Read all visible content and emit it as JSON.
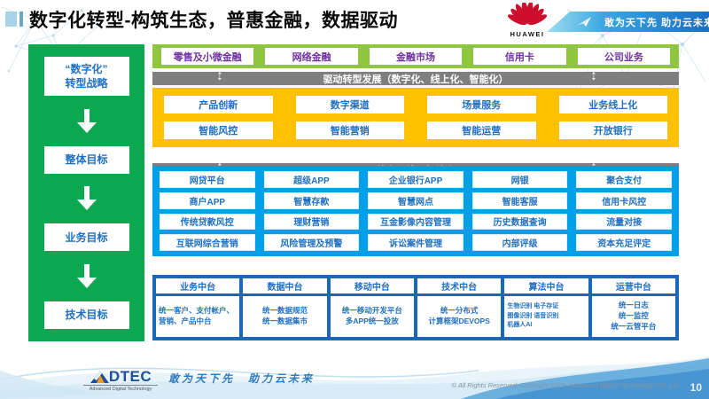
{
  "header": {
    "title": "数字化转型-构筑生态，普惠金融，数据驱动",
    "brand": "HUAWEI",
    "ribbon": "敢为天下先 助力云未来"
  },
  "sidebar": {
    "items": [
      {
        "label": "“数字化”\n转型战略"
      },
      {
        "label": "整体目标"
      },
      {
        "label": "业务目标"
      },
      {
        "label": "技术目标"
      }
    ]
  },
  "business_lines": {
    "items": [
      "零售及小微金融",
      "网络金融",
      "金融市场",
      "信用卡",
      "公司业务"
    ]
  },
  "banners": {
    "drive": "驱动转型发展（数字化、线上化、智能化）",
    "online_offline": "线上与线下相结合",
    "tech_fusion": "业务与科技相融合"
  },
  "capabilities": {
    "rows": [
      [
        "产品创新",
        "数字渠道",
        "场景服务",
        "业务线上化"
      ],
      [
        "智能风控",
        "智能营销",
        "智能运营",
        "开放银行"
      ]
    ]
  },
  "applications": {
    "rows": [
      [
        "网贷平台",
        "超级APP",
        "企业银行APP",
        "网银",
        "聚合支付"
      ],
      [
        "商户APP",
        "智慧存款",
        "智慧网点",
        "智能客服",
        "信用卡风控"
      ],
      [
        "传统贷款风控",
        "理财营销",
        "互金影像内容管理",
        "历史数据查询",
        "流量对接"
      ],
      [
        "互联网综合营销",
        "风险管理及预警",
        "诉讼案件管理",
        "内部评级",
        "资本充足评定"
      ]
    ]
  },
  "platforms": {
    "columns": [
      {
        "header": "业务中台",
        "body": "统一客户、支付帐户、营销、产品中台"
      },
      {
        "header": "数据中台",
        "body": "统一数据规范\n统一数据集市"
      },
      {
        "header": "移动中台",
        "body": "统一移动开发平台\n多APP统一投放"
      },
      {
        "header": "技术中台",
        "body": "统一分布式\n计算框架DEVOPS"
      },
      {
        "header": "算法中台",
        "body": "生物识别 电子存证\n图像识别 语音识别\n机器人AI"
      },
      {
        "header": "运营中台",
        "body": "统一日志\n统一监控\n统一云管平台"
      }
    ]
  },
  "footer": {
    "logo": "DTEC",
    "logo_sub": "Advanced Digital Technology",
    "tagline": "敢为天下先　助力云未来",
    "copyright": "© All Rights Reserved. Copyright 2019. Advanced Digital Technology CO.,Ltd",
    "page": "10"
  },
  "colors": {
    "sidebar_green": "#0ca84f",
    "light_green": "#8fc63f",
    "yellow": "#ffc000",
    "cyan": "#00a0e9",
    "dark_blue": "#1b67b8",
    "banner_gray": "#7f7f7f",
    "box_text_blue": "#1f6fc0",
    "top_row_purple": "#7030a0",
    "huawei_red": "#ce0e2d"
  }
}
